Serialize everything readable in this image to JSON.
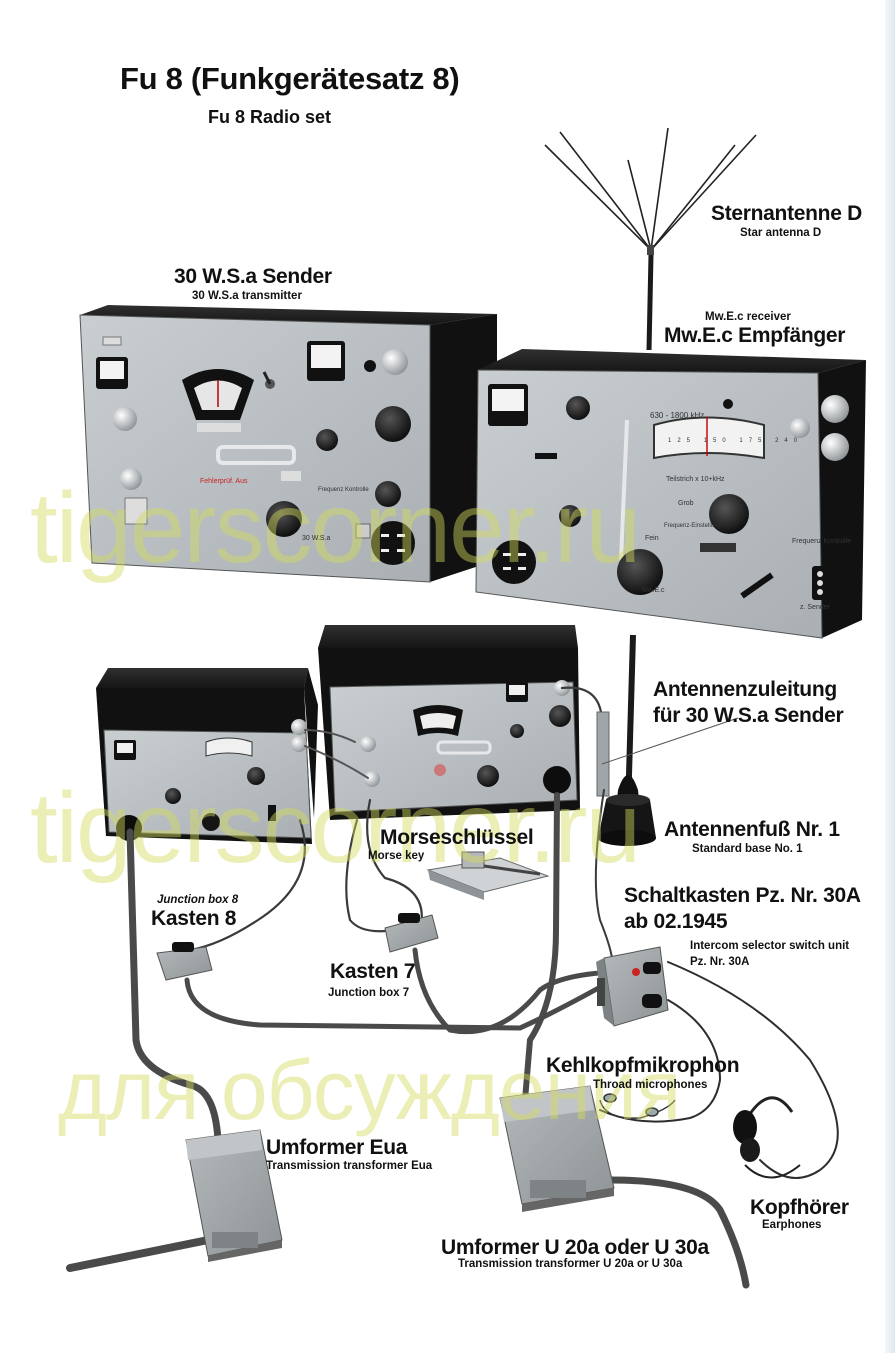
{
  "title": "Fu 8 (Funkgerätesatz 8)",
  "subtitle": "Fu 8 Radio set",
  "labels": {
    "sternantenne": {
      "de": "Sternantenne D",
      "en": "Star antenna D"
    },
    "sender": {
      "de": "30 W.S.a Sender",
      "en": "30 W.S.a transmitter"
    },
    "empfaenger": {
      "de": "Mw.E.c Empfänger",
      "en": "Mw.E.c receiver"
    },
    "antennenzuleitung": {
      "line1": "Antennenzuleitung",
      "line2": "für 30 W.S.a Sender"
    },
    "antennenfuss": {
      "de": "Antennenfuß Nr. 1",
      "en": "Standard base No. 1"
    },
    "morse": {
      "de": "Morseschlüssel",
      "en": "Morse key"
    },
    "kasten8": {
      "de": "Kasten 8",
      "en": "Junction box 8"
    },
    "schaltkasten": {
      "line1": "Schaltkasten Pz. Nr. 30A",
      "line2": "ab 02.1945",
      "en1": "Intercom selector switch unit",
      "en2": "Pz. Nr. 30A"
    },
    "kasten7": {
      "de": "Kasten 7",
      "en": "Junction box 7"
    },
    "kehlkopf": {
      "de": "Kehlkopfmikrophon",
      "en": "Throad microphones"
    },
    "umformer_eua": {
      "de": "Umformer Eua",
      "en": "Transmission transformer Eua"
    },
    "kopfhoerer": {
      "de": "Kopfhörer",
      "en": "Earphones"
    },
    "umformer_u20": {
      "de": "Umformer U 20a oder U 30a",
      "en": "Transmission transformer U 20a or U 30a"
    }
  },
  "panel_text": {
    "receiver_band": "630 - 1800 kHz",
    "receiver_scale": [
      "125",
      "150",
      "175",
      "240"
    ],
    "receiver_teil": "Teilstrich x 10+kHz",
    "receiver_grob": "Grob",
    "receiver_fein": "Fein",
    "receiver_freq": "Frequenz-Einstellung",
    "receiver_kontrolle": "Frequenz Kontrolle",
    "receiver_model": "Mw.E.c",
    "receiver_zsender": "z. Sender",
    "transmitter_model": "30 W.S.a",
    "transmitter_plate": "Fehlerprüf. Aus",
    "transmitter_kontrolle": "Frequenz Kontrolle"
  },
  "watermark": {
    "line1": "tigerscorner.ru",
    "line2": "tigerscorner.ru",
    "line3": "для обсуждения"
  },
  "colors": {
    "panel": "#b9bfc2",
    "cabinet": "#1c1c1c",
    "cable": "#3d3d3d",
    "watermark": "#d6dc64"
  }
}
